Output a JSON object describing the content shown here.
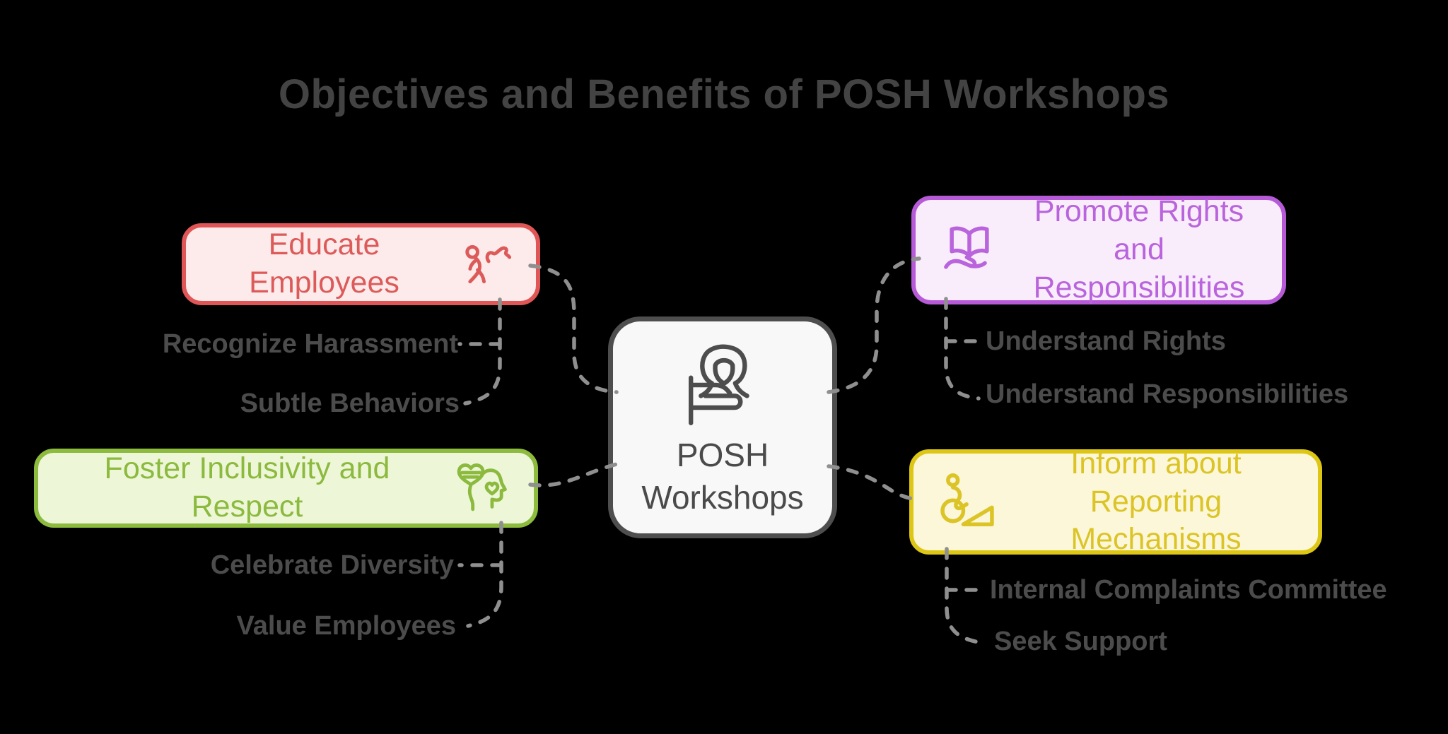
{
  "title": "Objectives and Benefits of POSH Workshops",
  "center_node": {
    "line1": "POSH",
    "line2": "Workshops",
    "icon": "woman-presenter-icon"
  },
  "branches": {
    "educate": {
      "label": "Educate Employees",
      "icon": "harassment-person-icon",
      "color": "#dd5a5a",
      "bg": "#fcebea",
      "children": [
        "Recognize Harassment",
        "Subtle Behaviors"
      ]
    },
    "foster": {
      "label": "Foster Inclusivity and Respect",
      "icon": "head-with-hearts-icon",
      "color": "#8bba3e",
      "bg": "#eef6d8",
      "children": [
        "Celebrate Diversity",
        "Value Employees"
      ]
    },
    "promote": {
      "label": "Promote Rights and Responsibilities",
      "icon": "book-over-hand-icon",
      "color": "#b964dc",
      "bg": "#f9edfc",
      "children": [
        "Understand Rights",
        "Understand Responsibilities"
      ]
    },
    "inform": {
      "label": "Inform about Reporting Mechanisms",
      "icon": "wheelchair-ramp-icon",
      "color": "#dcc427",
      "bg": "#fbf7d8",
      "children": [
        "Internal Complaints Committee",
        "Seek Support"
      ]
    }
  },
  "colors": {
    "background": "#000000",
    "title_text": "#434343",
    "subitem_text": "#4c4c4c",
    "connector": "#8f8f8f",
    "center_bg": "#f8f8f8",
    "center_border": "#4e4e4e",
    "center_text": "#4a4a4a"
  }
}
